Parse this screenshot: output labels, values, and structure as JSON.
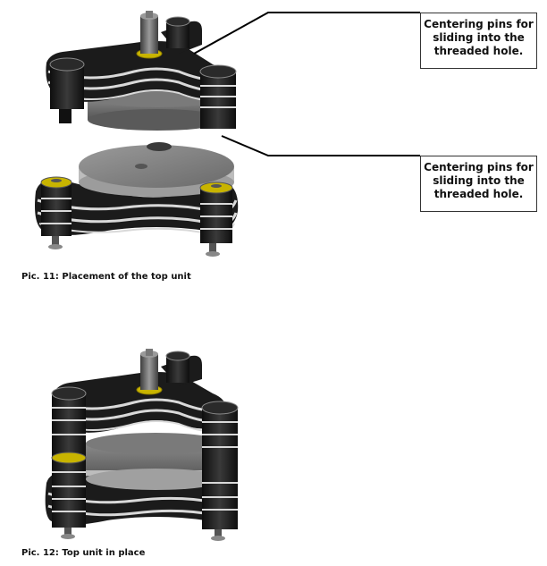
{
  "callouts": [
    {
      "lines": [
        "Centering pins for",
        "sliding into the",
        "threaded hole."
      ]
    },
    {
      "lines": [
        "Centering pins for",
        "sliding into the",
        "threaded hole."
      ]
    }
  ],
  "captions": {
    "pic11": "Pic. 11: Placement of the top unit",
    "pic12": "Pic. 12: Top unit in place"
  },
  "colors": {
    "frame_dark": "#1b1b1b",
    "frame_stripe": "#d9d9d9",
    "platter": "#6e6e6e",
    "platter_edge": "#bdbdbd",
    "pin_ring": "#c8b400",
    "leader": "#000000"
  }
}
